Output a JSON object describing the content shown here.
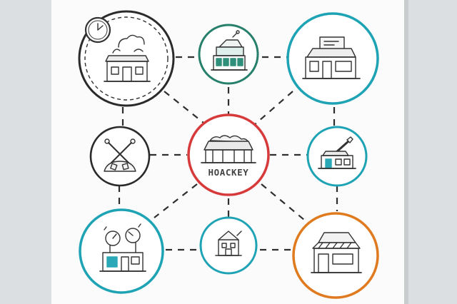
{
  "hub": {
    "label": "HOACKEY",
    "ring_color": "#d63a3a"
  },
  "nodes": [
    {
      "name": "node-clock-house",
      "ring_color": "#2b2b2b",
      "icon": "house-with-clock-and-cloud"
    },
    {
      "name": "node-top-building",
      "ring_color": "#27806c",
      "icon": "building-with-antenna"
    },
    {
      "name": "node-storefront-sign",
      "ring_color": "#1ea3b5",
      "icon": "storefront-with-sign"
    },
    {
      "name": "node-tools",
      "ring_color": "#2b2b2b",
      "icon": "crossed-tools"
    },
    {
      "name": "node-shop-pen",
      "ring_color": "#1ea3b5",
      "icon": "shop-with-pen"
    },
    {
      "name": "node-gauges-shop",
      "ring_color": "#1ea3b5",
      "icon": "shop-with-gauges"
    },
    {
      "name": "node-small-house",
      "ring_color": "#1ea3b5",
      "icon": "small-house"
    },
    {
      "name": "node-striped-store",
      "ring_color": "#e07a1f",
      "icon": "store-with-striped-awning"
    }
  ],
  "colors": {
    "paper": "#fbfbfb",
    "background": "#dcdfe1",
    "ink": "#2f2f2f",
    "accent_teal": "#2aa8b8"
  }
}
